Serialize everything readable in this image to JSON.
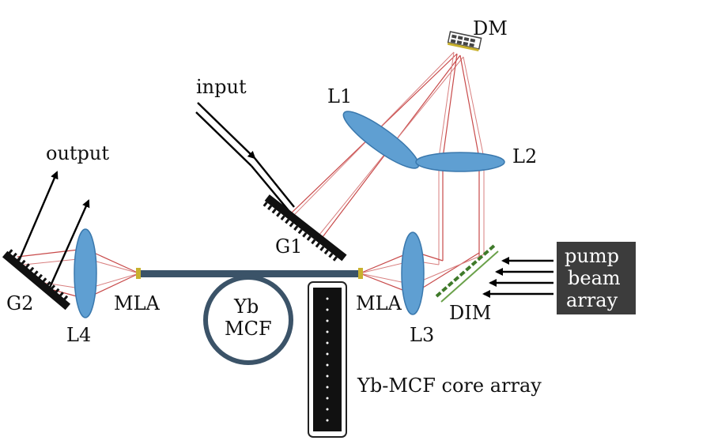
{
  "labels": {
    "dm": "DM",
    "input": "input",
    "output": "output",
    "l1": "L1",
    "l2": "L2",
    "g1": "G1",
    "g2": "G2",
    "l4": "L4",
    "l3": "L3",
    "mla_left": "MLA",
    "mla_right": "MLA",
    "fiber_line1": "Yb",
    "fiber_line2": "MCF",
    "dim": "DIM",
    "pump_line1": "pump",
    "pump_line2": "beam",
    "pump_line3": "array",
    "core_array": "Yb-MCF core array"
  },
  "colors": {
    "beam": "#c84a4a",
    "lens": "#5f9fd2",
    "fiber": "#3b5368",
    "pump_box": "#3c3c3c",
    "dichroic": "#3f7a2a"
  }
}
